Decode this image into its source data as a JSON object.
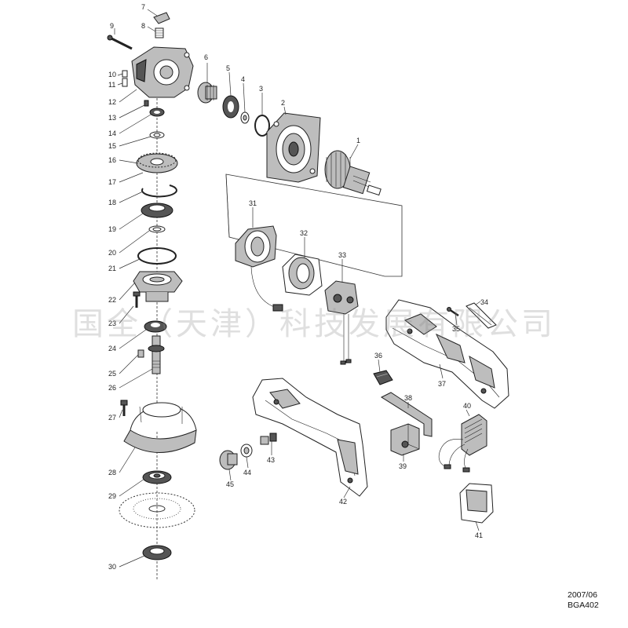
{
  "diagram": {
    "parts": [
      {
        "id": "1",
        "label": "1"
      },
      {
        "id": "2",
        "label": "2"
      },
      {
        "id": "3",
        "label": "3"
      },
      {
        "id": "4",
        "label": "4"
      },
      {
        "id": "5",
        "label": "5"
      },
      {
        "id": "6",
        "label": "6"
      },
      {
        "id": "7",
        "label": "7"
      },
      {
        "id": "8",
        "label": "8"
      },
      {
        "id": "9",
        "label": "9"
      },
      {
        "id": "10",
        "label": "10"
      },
      {
        "id": "11",
        "label": "11"
      },
      {
        "id": "12",
        "label": "12"
      },
      {
        "id": "13",
        "label": "13"
      },
      {
        "id": "14",
        "label": "14"
      },
      {
        "id": "15",
        "label": "15"
      },
      {
        "id": "16",
        "label": "16"
      },
      {
        "id": "17",
        "label": "17"
      },
      {
        "id": "18",
        "label": "18"
      },
      {
        "id": "19",
        "label": "19"
      },
      {
        "id": "20",
        "label": "20"
      },
      {
        "id": "21",
        "label": "21"
      },
      {
        "id": "22",
        "label": "22"
      },
      {
        "id": "23",
        "label": "23"
      },
      {
        "id": "24",
        "label": "24"
      },
      {
        "id": "25",
        "label": "25"
      },
      {
        "id": "26",
        "label": "26"
      },
      {
        "id": "27",
        "label": "27"
      },
      {
        "id": "28",
        "label": "28"
      },
      {
        "id": "29",
        "label": "29"
      },
      {
        "id": "30",
        "label": "30"
      },
      {
        "id": "31",
        "label": "31"
      },
      {
        "id": "32",
        "label": "32"
      },
      {
        "id": "33",
        "label": "33"
      },
      {
        "id": "34",
        "label": "34"
      },
      {
        "id": "35",
        "label": "35"
      },
      {
        "id": "36",
        "label": "36"
      },
      {
        "id": "37",
        "label": "37"
      },
      {
        "id": "38",
        "label": "38"
      },
      {
        "id": "39",
        "label": "39"
      },
      {
        "id": "40",
        "label": "40"
      },
      {
        "id": "41",
        "label": "41"
      },
      {
        "id": "42",
        "label": "42"
      },
      {
        "id": "43",
        "label": "43"
      },
      {
        "id": "44",
        "label": "44"
      },
      {
        "id": "45",
        "label": "45"
      }
    ]
  },
  "watermark": "国全（天津）科技发展有限公司",
  "footer": {
    "date": "2007/06",
    "code": "BGA402"
  }
}
